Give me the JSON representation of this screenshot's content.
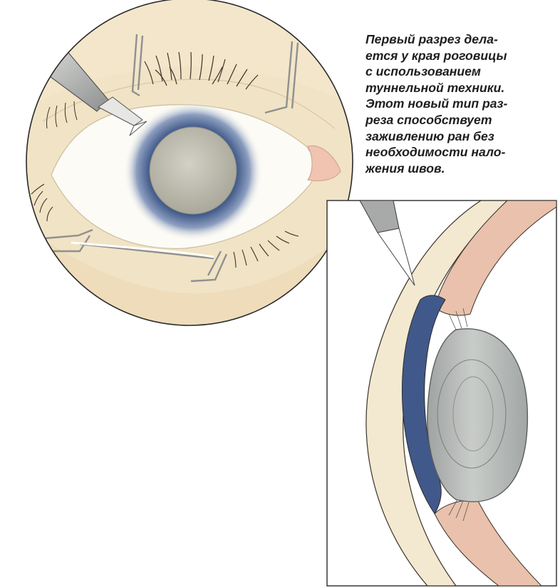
{
  "caption": {
    "lines": [
      "Первый разрез дела-",
      "ется у края роговицы",
      "с использованием",
      "туннельной техники.",
      "Этот новый тип раз-",
      "реза способствует",
      "заживлению ран без",
      "необходимости нало-",
      "жения швов."
    ]
  },
  "colors": {
    "skin": "#f1e3c5",
    "sclera": "#fcfbf6",
    "iris": "#3b5585",
    "pupil": "#b7b5a7",
    "caruncle": "#f1c3b1",
    "tissue_pink": "#e9c1ad",
    "instrument": "#a7aaa9",
    "lens": "#a6a9a7",
    "outline": "#2a2a2a"
  },
  "icons": [
    "surgical-knife-icon",
    "eyelid-speculum-icon",
    "eye-cross-section-icon"
  ]
}
